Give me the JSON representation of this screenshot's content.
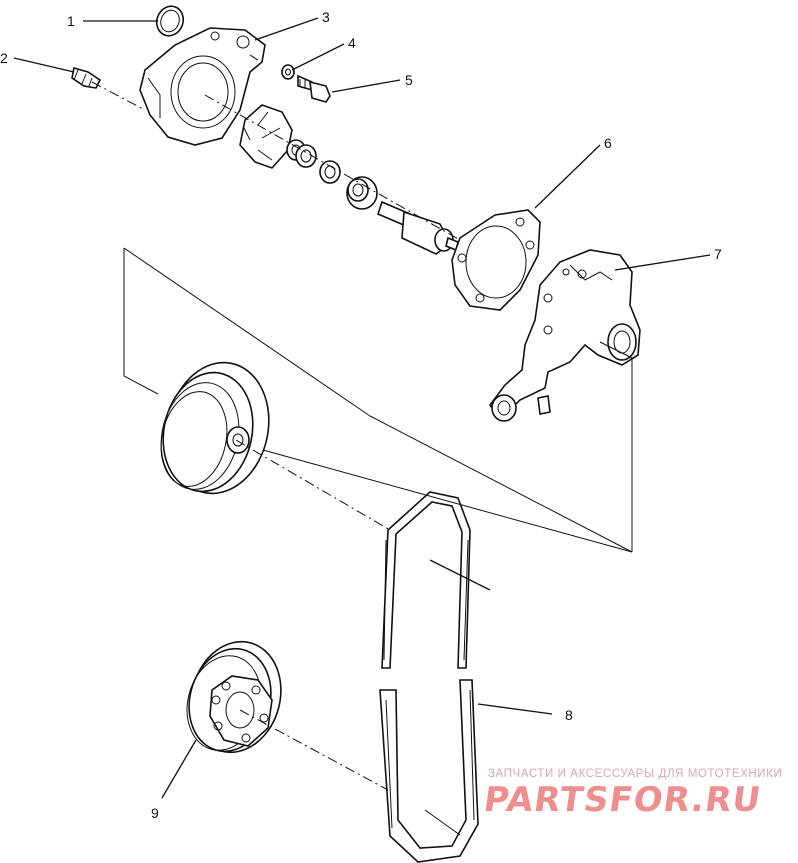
{
  "callouts": [
    {
      "id": 1,
      "label": "1"
    },
    {
      "id": 2,
      "label": "2"
    },
    {
      "id": 3,
      "label": "3"
    },
    {
      "id": 4,
      "label": "4"
    },
    {
      "id": 5,
      "label": "5"
    },
    {
      "id": 6,
      "label": "6"
    },
    {
      "id": 7,
      "label": "7"
    },
    {
      "id": 8,
      "label": "8"
    },
    {
      "id": 9,
      "label": "9"
    }
  ],
  "watermark": {
    "tagline": "ЗАПЧАСТИ И АКСЕССУАРЫ ДЛЯ МОТОТЕХНИКИ",
    "brand": "PARTSFOR.RU",
    "color": "#ee8e8e"
  }
}
